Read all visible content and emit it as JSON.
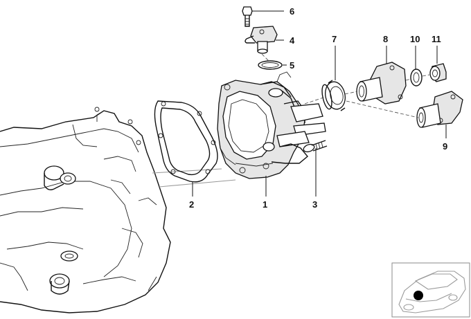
{
  "diagram": {
    "parts": [
      {
        "number": "1",
        "name": "transmission-cover"
      },
      {
        "number": "2",
        "name": "gasket"
      },
      {
        "number": "3",
        "name": "bolt"
      },
      {
        "number": "4",
        "name": "speed-sensor"
      },
      {
        "number": "5",
        "name": "o-ring"
      },
      {
        "number": "6",
        "name": "sensor-bolt"
      },
      {
        "number": "7",
        "name": "shaft-seal"
      },
      {
        "number": "8",
        "name": "output-flange"
      },
      {
        "number": "9",
        "name": "output-flange-alternate"
      },
      {
        "number": "10",
        "name": "washer"
      },
      {
        "number": "11",
        "name": "collar-nut"
      }
    ]
  },
  "colors": {
    "line": "#111111",
    "shade": "#e6e6e6",
    "inset_border": "#8a8a8a",
    "marker": "#000000"
  }
}
